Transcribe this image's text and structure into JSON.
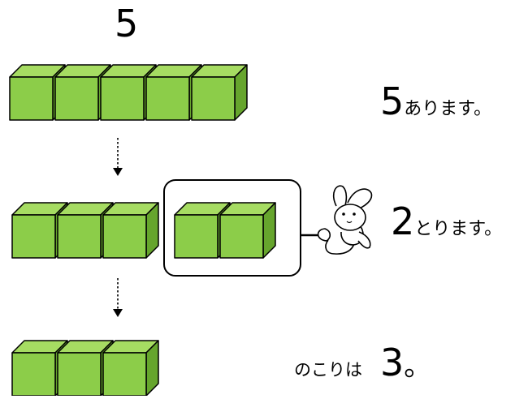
{
  "diagram": {
    "initial_count": "5",
    "step1": {
      "number": "5",
      "text": "あります。",
      "blocks": 5
    },
    "step2": {
      "number": "2",
      "text": "とります。",
      "blocks_remaining": 3,
      "blocks_taken": 2
    },
    "step3": {
      "prefix": "のこりは",
      "number": "3",
      "suffix": "。",
      "blocks": 3
    },
    "colors": {
      "cube_front": "#8ccd49",
      "cube_top": "#a6dc62",
      "cube_side": "#66a52d",
      "outline": "#000000"
    }
  }
}
